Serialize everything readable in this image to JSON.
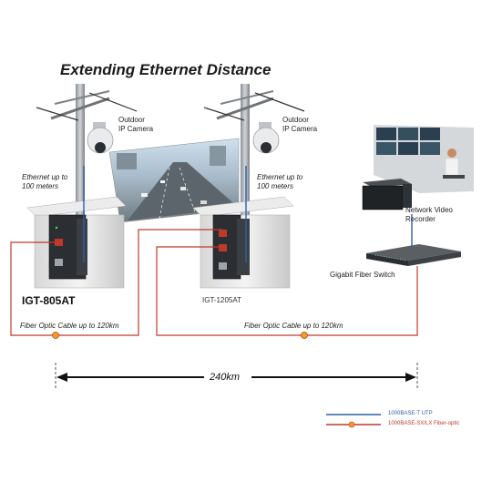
{
  "title": "Extending Ethernet Distance",
  "cameras": [
    {
      "label_line1": "Outdoor",
      "label_line2": "IP Camera"
    },
    {
      "label_line1": "Outdoor",
      "label_line2": "IP Camera"
    }
  ],
  "ethernet_notes": [
    {
      "line1": "Ethernet up to",
      "line2": "100 meters"
    },
    {
      "line1": "Ethernet up to",
      "line2": "100 meters"
    }
  ],
  "devices": {
    "left_converter": "IGT-805AT",
    "right_converter": "IGT-1205AT",
    "nvr_line1": "Network Video",
    "nvr_line2": "Recorder",
    "switch": "Gigabit Fiber Switch"
  },
  "fiber_notes": [
    "Fiber Optic Cable up to 120km",
    "Fiber Optic Cable up to 120km"
  ],
  "distance": "240km",
  "legend": {
    "utp": "1000BASE-T UTP",
    "fiber": "1000BASE-SX/LX Fiber-optic"
  },
  "colors": {
    "utp": "#2f5fa8",
    "fiber": "#c0392b",
    "node": "#f0a020"
  }
}
